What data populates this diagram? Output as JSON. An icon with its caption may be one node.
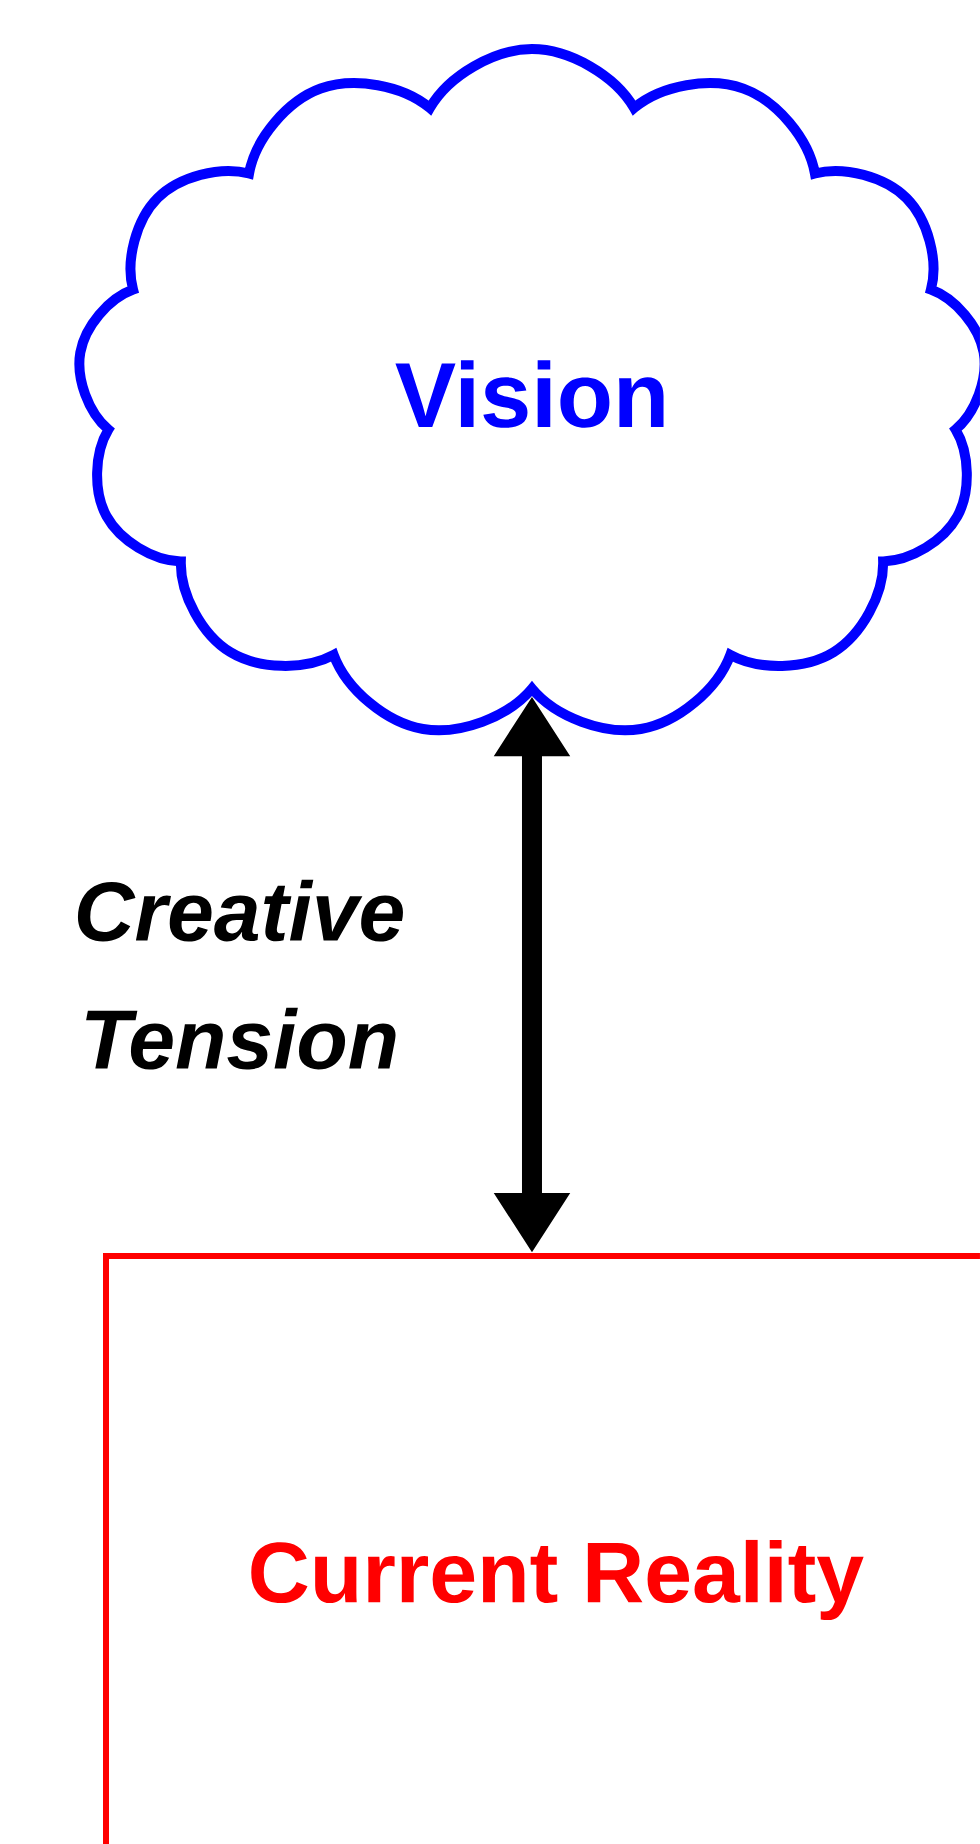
{
  "diagram": {
    "nodes": [
      {
        "text": [
          "Vision"
        ]
      },
      {
        "text": [
          "Current Reality"
        ]
      }
    ],
    "edges": [
      {
        "from": 0,
        "to": 1,
        "arrow": "both",
        "label": "Creative Tension"
      }
    ]
  }
}
